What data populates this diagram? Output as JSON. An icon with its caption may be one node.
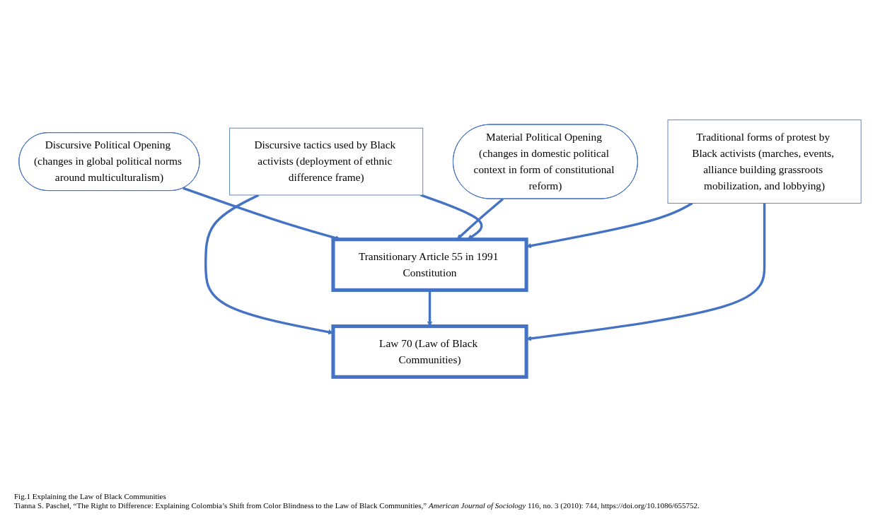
{
  "diagram": {
    "caption": "Fig.1 Explaining the Law of Black Communities",
    "nodes": [
      {
        "text": [
          "Discursive Political Opening (changes in global political norms around multiculturalism)"
        ]
      },
      {
        "text": [
          "Material Political Opening (changes in domestic political context in form of constitutional reform)"
        ]
      },
      {
        "text": [
          "Discursive tactics used by Black activists (deployment of ethnic difference frame)"
        ]
      },
      {
        "text": [
          "Transitionary Article 55 in 1991 Constitution"
        ]
      },
      {
        "text": [
          "Traditional forms of protest by Black activists (marches, events, alliance building grassroots mobilization, and lobbying)"
        ]
      },
      {
        "text": [
          "Law 70 (Law of Black Communities)"
        ]
      }
    ],
    "edges": [
      {
        "from": 0,
        "to": 3,
        "arrow": "to"
      },
      {
        "from": 1,
        "to": 3,
        "arrow": "to"
      },
      {
        "from": 2,
        "to": 3,
        "arrow": "to"
      },
      {
        "from": 2,
        "to": 5,
        "arrow": "to"
      },
      {
        "from": 3,
        "to": 5,
        "arrow": "to"
      },
      {
        "from": 4,
        "to": 3,
        "arrow": "to"
      },
      {
        "from": 4,
        "to": 5,
        "arrow": "to"
      }
    ],
    "labels": [
      "Tianna S. Paschel, “The Right to Difference: Explaining Colombia’s Shift from Color Blindness to the Law of Black Communities,” *American Journal of Sociology* 116, no. 3 (2010): 744, https://doi.org/10.1086/655752."
    ]
  }
}
